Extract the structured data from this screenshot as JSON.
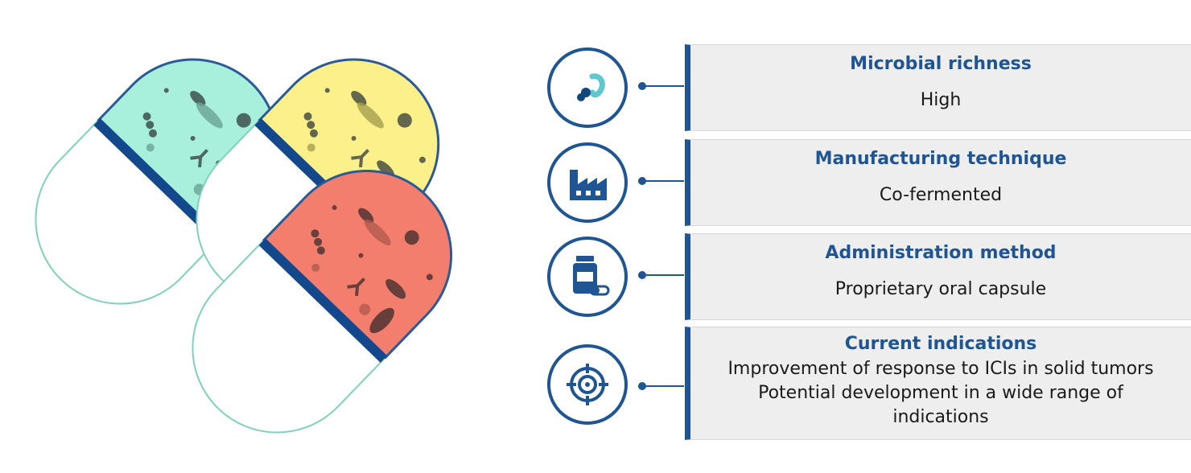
{
  "colors": {
    "accent": "#1e5592",
    "panel_bg": "#eeeeee",
    "capsule_teal": "#a8f0dc",
    "capsule_yellow": "#fbf08a",
    "capsule_red": "#f47e6e"
  },
  "illustration": {
    "name": "microbiome-capsules",
    "capsule_count": 3
  },
  "rows": [
    {
      "icon": "bacteria-icon",
      "title": "Microbial richness",
      "value": [
        "High"
      ]
    },
    {
      "icon": "factory-icon",
      "title": "Manufacturing technique",
      "value": [
        "Co-fermented"
      ]
    },
    {
      "icon": "pill-bottle-icon",
      "title": "Administration method",
      "value": [
        "Proprietary oral capsule"
      ]
    },
    {
      "icon": "target-icon",
      "title": "Current indications",
      "value": [
        "Improvement of response to ICIs in solid tumors",
        "Potential development in a wide range of",
        "indications"
      ]
    }
  ]
}
